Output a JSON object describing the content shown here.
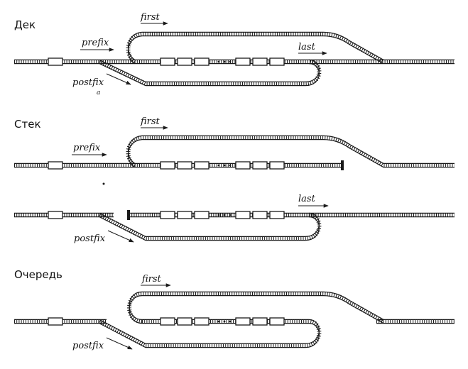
{
  "sections": [
    {
      "id": "deque",
      "heading": "Дек",
      "labels": {
        "first": "first",
        "prefix": "prefix",
        "last": "last",
        "postfix": "postfix",
        "mark": "a"
      }
    },
    {
      "id": "stack",
      "heading": "Стек",
      "labels": {
        "first": "first",
        "prefix": "prefix",
        "last": "last",
        "postfix": "postfix"
      }
    },
    {
      "id": "queue",
      "heading": "Очередь",
      "labels": {
        "first": "first",
        "postfix": "postfix"
      }
    }
  ]
}
